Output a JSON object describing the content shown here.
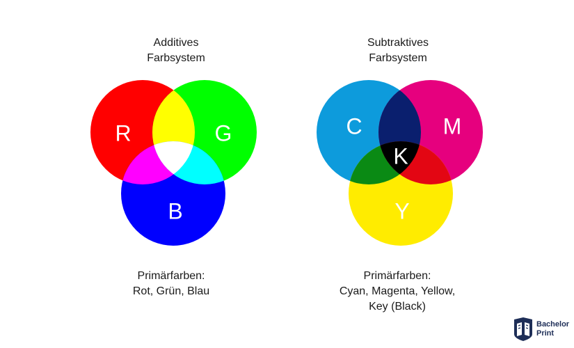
{
  "additive": {
    "title_line1": "Additives",
    "title_line2": "Farbsystem",
    "labels": {
      "r": "R",
      "g": "G",
      "b": "B"
    },
    "colors": {
      "r": "#ff0000",
      "g": "#00ff00",
      "b": "#0000ff",
      "rg": "#ffff00",
      "rb": "#ff00ff",
      "gb": "#00ffff",
      "rgb": "#ffffff"
    },
    "caption_line1": "Primärfarben:",
    "caption_line2": "Rot, Grün, Blau"
  },
  "subtractive": {
    "title_line1": "Subtraktives",
    "title_line2": "Farbsystem",
    "labels": {
      "c": "C",
      "m": "M",
      "y": "Y",
      "k": "K"
    },
    "colors": {
      "c": "#0d9bdc",
      "m": "#e6007e",
      "y": "#ffec00",
      "cm": "#0a1f6e",
      "cy": "#0a8a14",
      "my": "#e30613",
      "cmy": "#000000"
    },
    "caption_line1": "Primärfarben:",
    "caption_line2": "Cyan, Magenta, Yellow,",
    "caption_line3": "Key (Black)"
  },
  "logo": {
    "line1": "Bachelor",
    "line2": "Print",
    "color": "#1e2e57"
  }
}
